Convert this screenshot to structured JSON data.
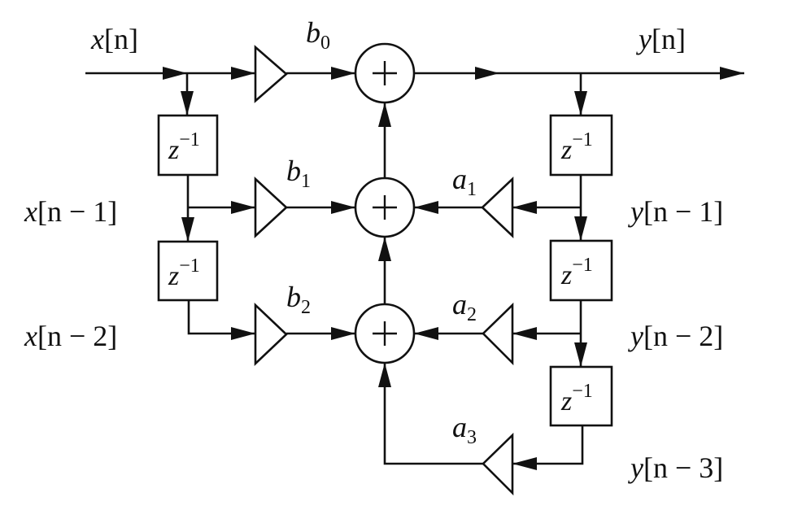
{
  "diagram": {
    "title": "Direct Form I IIR filter block diagram",
    "input_label": {
      "var": "x",
      "idx": "[n]"
    },
    "output_label": {
      "var": "y",
      "idx": "[n]"
    },
    "delay_label": {
      "base": "z",
      "exp": "−1"
    },
    "input_taps": [
      {
        "var": "x",
        "idx": "[n − 1]"
      },
      {
        "var": "x",
        "idx": "[n − 2]"
      }
    ],
    "output_taps": [
      {
        "var": "y",
        "idx": "[n − 1]"
      },
      {
        "var": "y",
        "idx": "[n − 2]"
      },
      {
        "var": "y",
        "idx": "[n − 3]"
      }
    ],
    "feedforward_gains": [
      {
        "base": "b",
        "sub": "0"
      },
      {
        "base": "b",
        "sub": "1"
      },
      {
        "base": "b",
        "sub": "2"
      }
    ],
    "feedback_gains": [
      {
        "base": "a",
        "sub": "1"
      },
      {
        "base": "a",
        "sub": "2"
      },
      {
        "base": "a",
        "sub": "3"
      }
    ],
    "summer_symbol": "+",
    "ink_color": "#111111",
    "background_color": "#ffffff"
  }
}
